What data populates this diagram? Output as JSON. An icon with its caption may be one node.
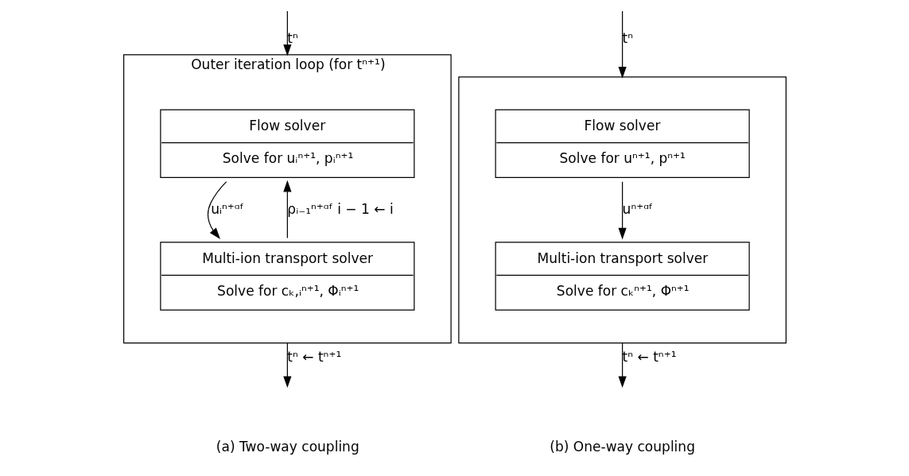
{
  "diagram": {
    "nodes": [
      {
        "text": [
          "Outer iteration loop (for tⁿ⁺¹)"
        ]
      },
      {
        "text": [
          "Flow solver",
          "Solve for uᵢⁿ⁺¹, pᵢⁿ⁺¹"
        ],
        "in": 0
      },
      {
        "text": [
          "Multi-ion transport solver",
          "Solve for cₖ,ᵢⁿ⁺¹, Φᵢⁿ⁺¹"
        ],
        "in": 0
      },
      {
        "text": [],
        "shape": "box"
      },
      {
        "text": [
          "Flow solver",
          "Solve for uⁿ⁺¹, pⁿ⁺¹"
        ],
        "in": 3
      },
      {
        "text": [
          "Multi-ion transport solver",
          "Solve for cₖⁿ⁺¹, Φⁿ⁺¹"
        ],
        "in": 3
      }
    ],
    "edges": [
      {
        "from": null,
        "to": 0,
        "arrow": "to",
        "label": "tⁿ"
      },
      {
        "from": 1,
        "to": 2,
        "arrow": "to",
        "label": "uᵢⁿ⁺ᵅᶠ"
      },
      {
        "from": 2,
        "to": 1,
        "arrow": "to",
        "label": "ρᵢ₋₁ⁿ⁺ᵅᶠ i − 1 ← i"
      },
      {
        "from": 0,
        "to": null,
        "arrow": "to",
        "label": "tⁿ ← tⁿ⁺¹"
      },
      {
        "from": null,
        "to": 3,
        "arrow": "to",
        "label": "tⁿ"
      },
      {
        "from": 4,
        "to": 5,
        "arrow": "to",
        "label": "uⁿ⁺ᵅᶠ"
      },
      {
        "from": 3,
        "to": null,
        "arrow": "to",
        "label": "tⁿ ← tⁿ⁺¹"
      }
    ],
    "labels": [
      "(a) Two-way coupling",
      "(b) One-way coupling"
    ]
  }
}
